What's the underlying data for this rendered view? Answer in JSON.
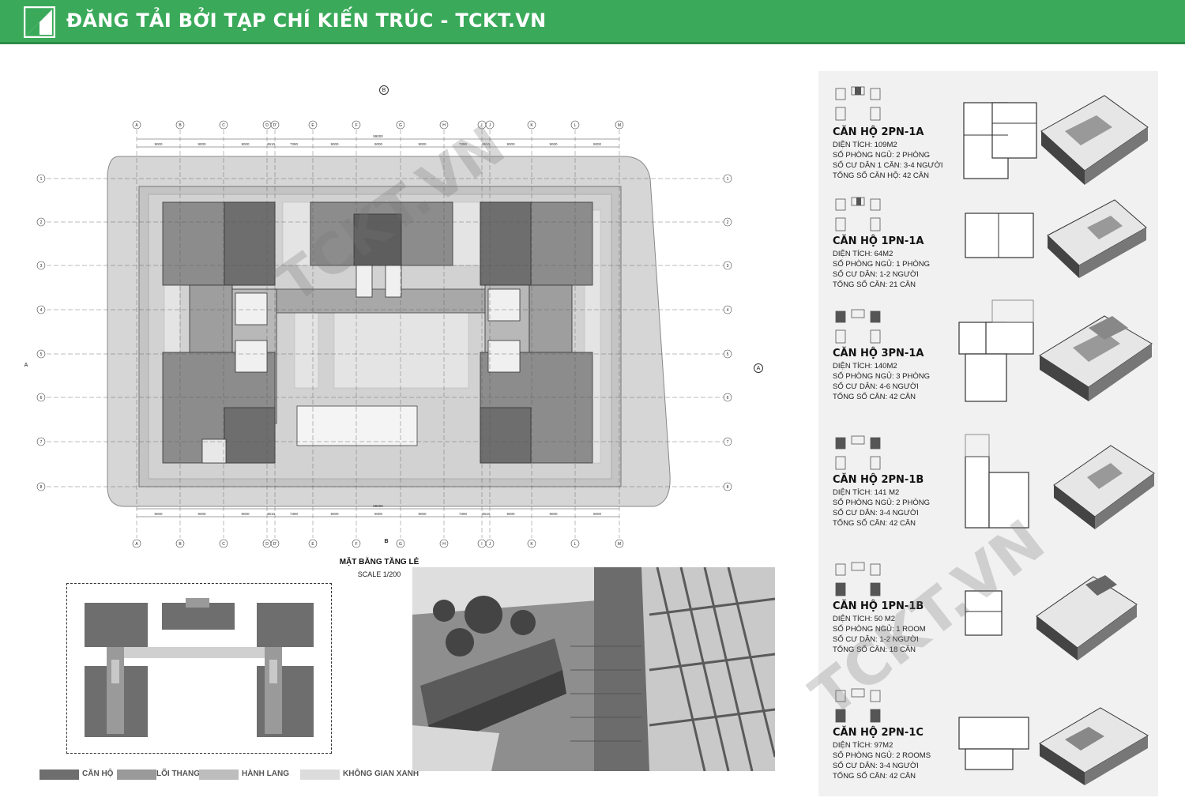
{
  "banner": {
    "title": "ĐĂNG TẢI BỞI TẠP CHÍ KIẾN TRÚC - TCKT.VN",
    "color": "#3aaa5a"
  },
  "watermark": "TCKT.VN",
  "plan": {
    "title": "MẶT BẰNG TẦNG LẺ",
    "scale": "SCALE 1/200",
    "grid_columns": [
      "A",
      "B",
      "C",
      "D",
      "D'",
      "E",
      "F",
      "G",
      "H",
      "I",
      "J",
      "K",
      "L",
      "M"
    ],
    "grid_rows": [
      "1",
      "2",
      "3",
      "4",
      "5",
      "6",
      "7",
      "8"
    ],
    "column_spacings": [
      "9000",
      "9000",
      "9000",
      "3610",
      "7390",
      "9000",
      "9000",
      "9000",
      "7390",
      "3610",
      "9000",
      "9000",
      "9000"
    ],
    "total_width": "99000",
    "section_marker_b": "B",
    "section_marker_a": "A"
  },
  "legend": [
    {
      "label": "CĂN HỘ",
      "color": "#6e6e6e"
    },
    {
      "label": "LÕI THANG",
      "color": "#9a9a9a"
    },
    {
      "label": "HÀNH LANG",
      "color": "#bdbdbd"
    },
    {
      "label": "KHÔNG GIAN XANH",
      "color": "#dcdcdc"
    }
  ],
  "units": [
    {
      "name": "CĂN HỘ 2PN-1A",
      "lines": [
        "DIỆN TÍCH: 109M2",
        "SỐ PHÒNG NGỦ: 2 PHÒNG",
        "SỐ CƯ DÂN 1 CĂN: 3-4 NGƯỜI",
        "TỔNG SỐ CĂN HỘ: 42 CĂN"
      ]
    },
    {
      "name": "CĂN HỘ 1PN-1A",
      "lines": [
        "DIỆN TÍCH: 64M2",
        "SỐ PHÒNG NGỦ: 1 PHÒNG",
        "SỐ CƯ DÂN: 1-2 NGƯỜI",
        "TỔNG SỐ CĂN: 21 CĂN"
      ]
    },
    {
      "name": "CĂN HỘ 3PN-1A",
      "lines": [
        "DIỆN TÍCH: 140M2",
        "SỐ PHÒNG NGỦ: 3 PHÒNG",
        "SỐ CƯ DÂN: 4-6 NGƯỜI",
        "TỔNG SỐ CĂN: 42 CĂN"
      ]
    },
    {
      "name": "CĂN HỘ 2PN-1B",
      "lines": [
        "DIỆN TÍCH: 141 M2",
        "SỐ PHÒNG NGỦ: 2 PHÒNG",
        "SỐ CƯ DÂN: 3-4 NGƯỜI",
        "TỔNG SỐ CĂN: 42 CĂN"
      ]
    },
    {
      "name": "CĂN HỘ 1PN-1B",
      "lines": [
        "DIỆN TÍCH: 50 M2",
        "SỐ PHÒNG NGỦ: 1 ROOM",
        "SỐ CƯ DÂN: 1-2 NGƯỜI",
        "TỔNG SỐ CĂN: 18 CĂN"
      ]
    },
    {
      "name": "CĂN HỘ 2PN-1C",
      "lines": [
        "DIỆN TÍCH: 97M2",
        "SỐ PHÒNG NGỦ: 2 ROOMS",
        "SỐ CƯ DÂN: 3-4 NGƯỜI",
        "TỔNG SỐ CĂN: 42 CĂN"
      ]
    }
  ]
}
